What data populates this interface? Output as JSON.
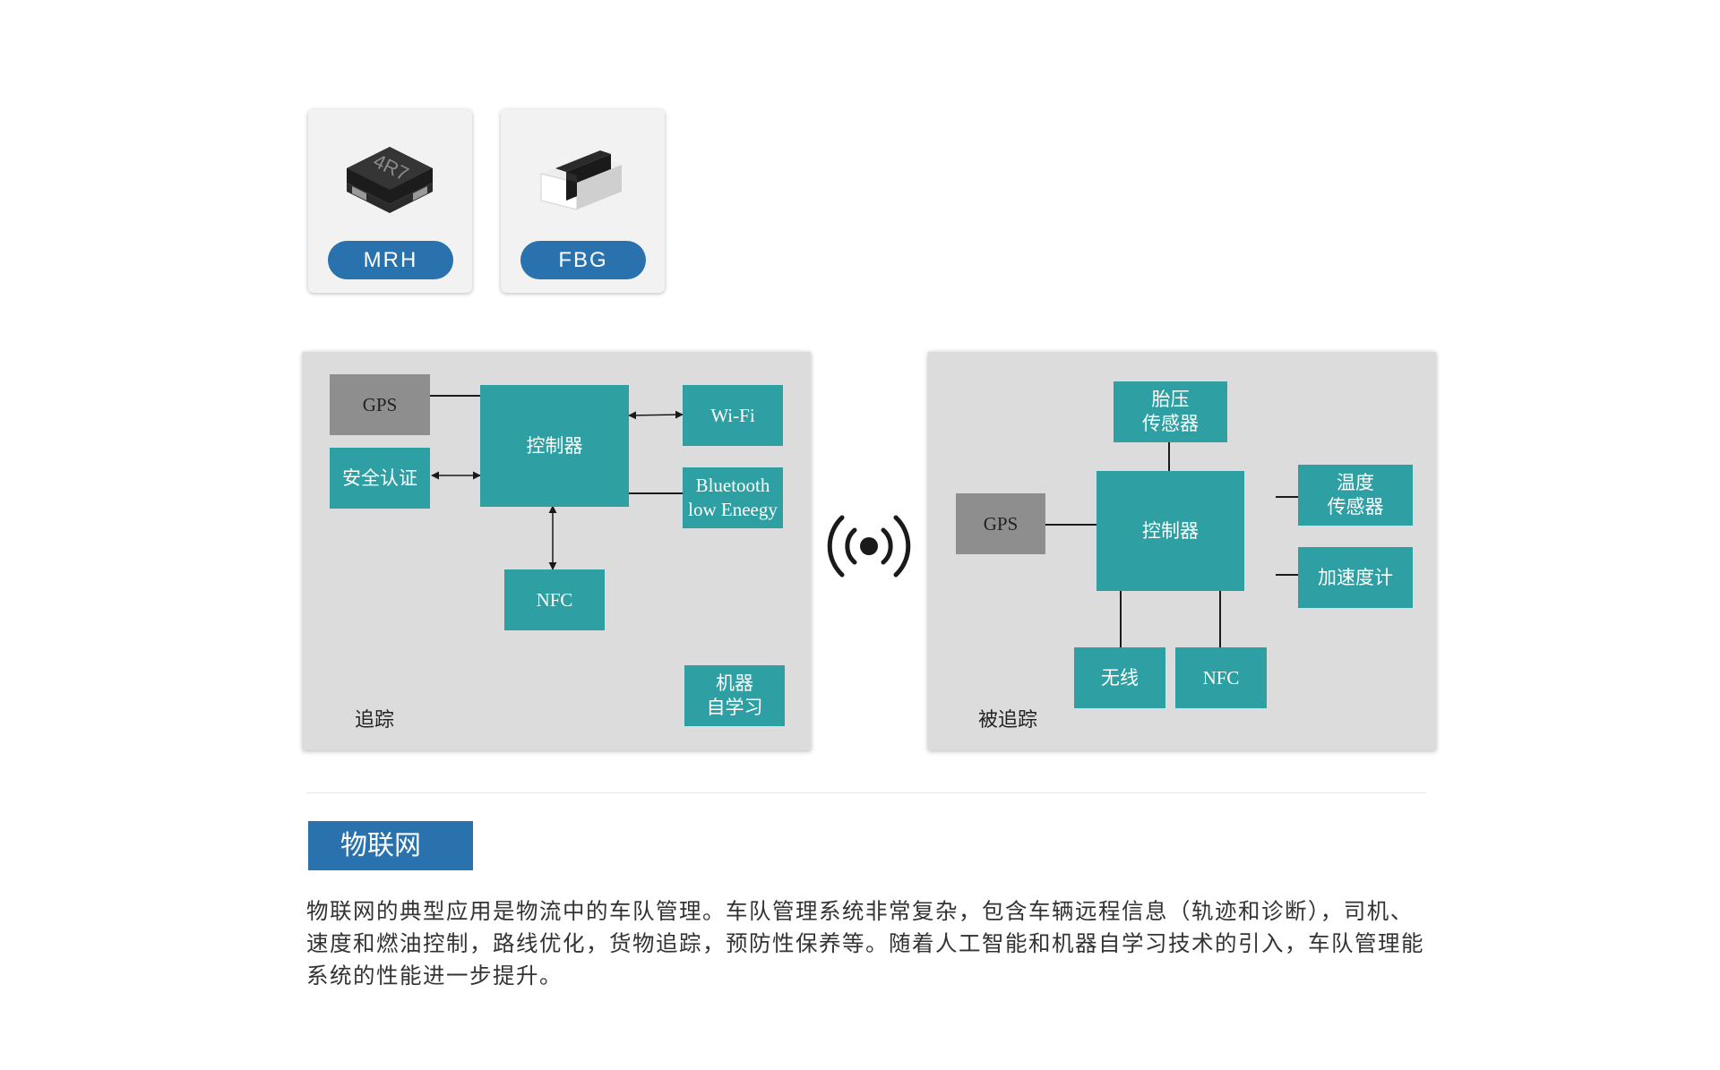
{
  "products": [
    {
      "label": "MRH",
      "chip_marking": "4R7"
    },
    {
      "label": "FBG"
    }
  ],
  "tracker": {
    "label": "追踪",
    "blocks": {
      "gps": "GPS",
      "controller": "控制器",
      "security": "安全认证",
      "wifi": "Wi-Fi",
      "ble_1": "Bluetooth",
      "ble_2": "low Eneegy",
      "nfc": "NFC",
      "ml_1": "机器",
      "ml_2": "自学习"
    }
  },
  "tracked": {
    "label": "被追踪",
    "blocks": {
      "tire_1": "胎压",
      "tire_2": "传感器",
      "gps": "GPS",
      "controller": "控制器",
      "temp_1": "温度",
      "temp_2": "传感器",
      "accel": "加速度计",
      "wireless": "无线",
      "nfc": "NFC"
    }
  },
  "icons": {
    "wireless_center": "wireless-signal-icon"
  },
  "colors": {
    "block": "#2e9fa2",
    "grey_block": "#8e8e8e",
    "accent": "#2a72ad",
    "panel": "#dcdcdc"
  },
  "section": {
    "tag": "物联网",
    "description": "物联网的典型应用是物流中的车队管理。车队管理系统非常复杂，包含车辆远程信息（轨迹和诊断），司机、速度和燃油控制，路线优化，货物追踪，预防性保养等。随着人工智能和机器自学习技术的引入，车队管理能系统的性能进一步提升。"
  }
}
